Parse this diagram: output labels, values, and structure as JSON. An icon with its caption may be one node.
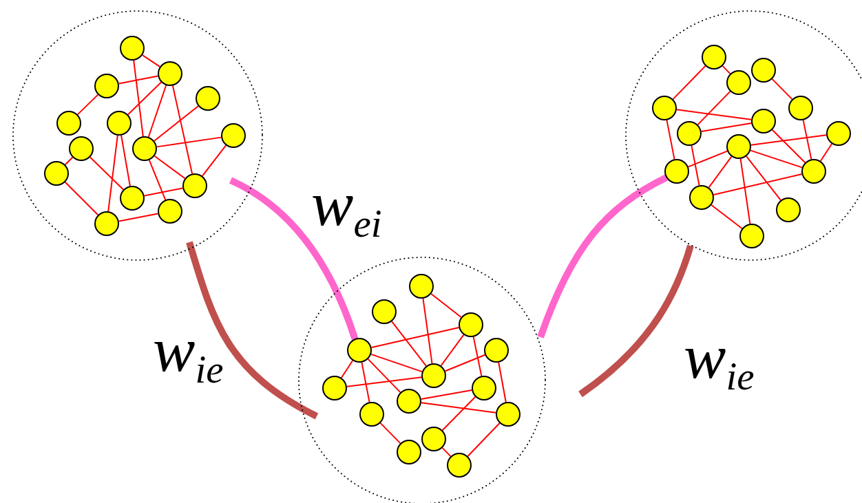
{
  "diagram": {
    "nodes": [
      {
        "text": [],
        "shape": "circle"
      },
      {
        "text": [],
        "shape": "circle",
        "in": 0
      },
      {
        "text": [],
        "shape": "circle",
        "in": 0
      },
      {
        "text": [],
        "shape": "circle",
        "in": 0
      },
      {
        "text": [],
        "shape": "circle",
        "in": 0
      },
      {
        "text": [],
        "shape": "circle",
        "in": 0
      },
      {
        "text": [],
        "shape": "circle",
        "in": 0
      },
      {
        "text": [],
        "shape": "circle",
        "in": 0
      },
      {
        "text": [],
        "shape": "circle",
        "in": 0
      },
      {
        "text": [],
        "shape": "circle",
        "in": 0
      },
      {
        "text": [],
        "shape": "circle",
        "in": 0
      },
      {
        "text": [],
        "shape": "circle",
        "in": 0
      },
      {
        "text": [],
        "shape": "circle",
        "in": 0
      },
      {
        "text": [],
        "shape": "circle",
        "in": 0
      },
      {
        "text": [],
        "shape": "circle",
        "in": 0
      },
      {
        "text": [],
        "shape": "circle"
      },
      {
        "text": [],
        "shape": "circle",
        "in": 15
      },
      {
        "text": [],
        "shape": "circle",
        "in": 15
      },
      {
        "text": [],
        "shape": "circle",
        "in": 15
      },
      {
        "text": [],
        "shape": "circle",
        "in": 15
      },
      {
        "text": [],
        "shape": "circle",
        "in": 15
      },
      {
        "text": [],
        "shape": "circle",
        "in": 15
      },
      {
        "text": [],
        "shape": "circle",
        "in": 15
      },
      {
        "text": [],
        "shape": "circle",
        "in": 15
      },
      {
        "text": [],
        "shape": "circle",
        "in": 15
      },
      {
        "text": [],
        "shape": "circle",
        "in": 15
      },
      {
        "text": [],
        "shape": "circle",
        "in": 15
      },
      {
        "text": [],
        "shape": "circle",
        "in": 15
      },
      {
        "text": [],
        "shape": "circle",
        "in": 15
      },
      {
        "text": [],
        "shape": "circle",
        "in": 15
      },
      {
        "text": [],
        "shape": "circle"
      },
      {
        "text": [],
        "shape": "circle",
        "in": 30
      },
      {
        "text": [],
        "shape": "circle",
        "in": 30
      },
      {
        "text": [],
        "shape": "circle",
        "in": 30
      },
      {
        "text": [],
        "shape": "circle",
        "in": 30
      },
      {
        "text": [],
        "shape": "circle",
        "in": 30
      },
      {
        "text": [],
        "shape": "circle",
        "in": 30
      },
      {
        "text": [],
        "shape": "circle",
        "in": 30
      },
      {
        "text": [],
        "shape": "circle",
        "in": 30
      },
      {
        "text": [],
        "shape": "circle",
        "in": 30
      },
      {
        "text": [],
        "shape": "circle",
        "in": 30
      },
      {
        "text": [],
        "shape": "circle",
        "in": 30
      },
      {
        "text": [],
        "shape": "circle",
        "in": 30
      },
      {
        "text": [],
        "shape": "circle",
        "in": 30
      },
      {
        "text": [],
        "shape": "circle",
        "in": 30
      }
    ],
    "edges": [
      {
        "from": 1,
        "to": 2,
        "arrow": "none"
      },
      {
        "from": 1,
        "to": 9,
        "arrow": "none"
      },
      {
        "from": 3,
        "to": 2,
        "arrow": "none"
      },
      {
        "from": 3,
        "to": 5,
        "arrow": "none"
      },
      {
        "from": 2,
        "to": 9,
        "arrow": "none"
      },
      {
        "from": 2,
        "to": 11,
        "arrow": "none"
      },
      {
        "from": 6,
        "to": 2,
        "arrow": "none"
      },
      {
        "from": 4,
        "to": 9,
        "arrow": "none"
      },
      {
        "from": 7,
        "to": 9,
        "arrow": "none"
      },
      {
        "from": 7,
        "to": 11,
        "arrow": "none"
      },
      {
        "from": 9,
        "to": 11,
        "arrow": "none"
      },
      {
        "from": 9,
        "to": 13,
        "arrow": "none"
      },
      {
        "from": 8,
        "to": 10,
        "arrow": "none"
      },
      {
        "from": 8,
        "to": 12,
        "arrow": "none"
      },
      {
        "from": 6,
        "to": 12,
        "arrow": "none"
      },
      {
        "from": 6,
        "to": 14,
        "arrow": "none"
      },
      {
        "from": 12,
        "to": 11,
        "arrow": "none"
      },
      {
        "from": 14,
        "to": 13,
        "arrow": "none"
      },
      {
        "from": 10,
        "to": 14,
        "arrow": "none"
      },
      {
        "from": 16,
        "to": 18,
        "arrow": "none"
      },
      {
        "from": 16,
        "to": 19,
        "arrow": "none"
      },
      {
        "from": 17,
        "to": 20,
        "arrow": "none"
      },
      {
        "from": 18,
        "to": 22,
        "arrow": "none"
      },
      {
        "from": 19,
        "to": 21,
        "arrow": "none"
      },
      {
        "from": 19,
        "to": 25,
        "arrow": "none"
      },
      {
        "from": 21,
        "to": 22,
        "arrow": "none"
      },
      {
        "from": 20,
        "to": 26,
        "arrow": "none"
      },
      {
        "from": 21,
        "to": 26,
        "arrow": "none"
      },
      {
        "from": 23,
        "to": 24,
        "arrow": "none"
      },
      {
        "from": 23,
        "to": 26,
        "arrow": "none"
      },
      {
        "from": 24,
        "to": 25,
        "arrow": "none"
      },
      {
        "from": 24,
        "to": 26,
        "arrow": "none"
      },
      {
        "from": 24,
        "to": 27,
        "arrow": "none"
      },
      {
        "from": 24,
        "to": 28,
        "arrow": "none"
      },
      {
        "from": 24,
        "to": 29,
        "arrow": "none"
      },
      {
        "from": 27,
        "to": 26,
        "arrow": "none"
      },
      {
        "from": 27,
        "to": 22,
        "arrow": "none"
      },
      {
        "from": 27,
        "to": 29,
        "arrow": "none"
      },
      {
        "from": 31,
        "to": 33,
        "arrow": "none"
      },
      {
        "from": 31,
        "to": 36,
        "arrow": "none"
      },
      {
        "from": 32,
        "to": 36,
        "arrow": "none"
      },
      {
        "from": 34,
        "to": 33,
        "arrow": "none"
      },
      {
        "from": 34,
        "to": 36,
        "arrow": "none"
      },
      {
        "from": 34,
        "to": 37,
        "arrow": "none"
      },
      {
        "from": 34,
        "to": 40,
        "arrow": "none"
      },
      {
        "from": 34,
        "to": 39,
        "arrow": "none"
      },
      {
        "from": 33,
        "to": 36,
        "arrow": "none"
      },
      {
        "from": 33,
        "to": 38,
        "arrow": "none"
      },
      {
        "from": 36,
        "to": 37,
        "arrow": "none"
      },
      {
        "from": 36,
        "to": 35,
        "arrow": "none"
      },
      {
        "from": 35,
        "to": 41,
        "arrow": "none"
      },
      {
        "from": 38,
        "to": 39,
        "arrow": "none"
      },
      {
        "from": 38,
        "to": 42,
        "arrow": "none"
      },
      {
        "from": 39,
        "to": 41,
        "arrow": "none"
      },
      {
        "from": 40,
        "to": 43,
        "arrow": "none"
      },
      {
        "from": 42,
        "to": 44,
        "arrow": "none"
      },
      {
        "from": 44,
        "to": 41,
        "arrow": "none"
      },
      {
        "from": 0,
        "to": 34,
        "arrow": "none",
        "style": "thick",
        "color": "#ff66cc"
      },
      {
        "from": 30,
        "to": 25,
        "arrow": "none",
        "style": "thick",
        "color": "#ff66cc"
      },
      {
        "from": 0,
        "to": 30,
        "arrow": "none",
        "style": "thick",
        "color": "#c0504d"
      },
      {
        "from": 30,
        "to": 15,
        "arrow": "none",
        "style": "thick",
        "color": "#c0504d"
      }
    ],
    "labels": [
      "w$_{ei}$",
      "w$_{ie}$",
      "w$_{ie}$"
    ]
  }
}
